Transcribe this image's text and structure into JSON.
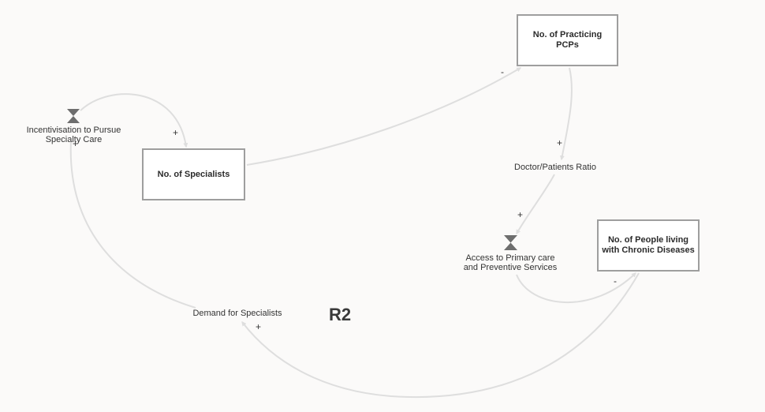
{
  "diagram": {
    "stocks": {
      "pcps": "No. of Practicing PCPs",
      "specialists": "No. of Specialists",
      "chronic": "No. of People living with Chronic Diseases"
    },
    "variables": {
      "incentivisation_line1": "Incentivisation to Pursue",
      "incentivisation_line2": "Specialty Care",
      "doctor_ratio": "Doctor/Patients Ratio",
      "access_line1": "Access to Primary care",
      "access_line2": "and Preventive Services",
      "demand": "Demand for Specialists"
    },
    "polarities": {
      "incentivisation_to_specialists": "+",
      "demand_to_incentivisation": "+",
      "specialists_to_pcps": "-",
      "pcps_to_ratio": "+",
      "ratio_to_access": "+",
      "access_to_chronic": "-",
      "chronic_to_demand": "+"
    },
    "loop_label": "R2",
    "colors": {
      "link": "#dedede",
      "stock_border": "#9e9e9e",
      "valve": "#6e6e6e",
      "background": "#fbfaf9"
    }
  }
}
